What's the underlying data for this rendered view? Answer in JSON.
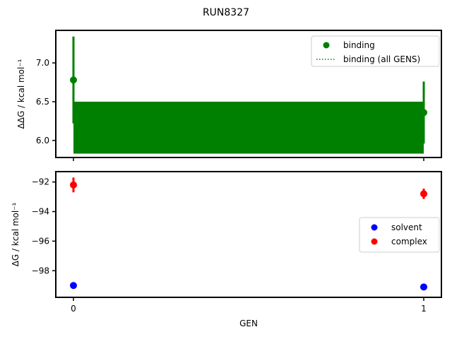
{
  "figure": {
    "title": "RUN8327",
    "xlabel": "GEN"
  },
  "chart_data": [
    {
      "type": "scatter",
      "panel": "top",
      "title": "",
      "xlabel": "",
      "ylabel": "ΔΔG / kcal mol⁻¹",
      "ylim": [
        5.78,
        7.42
      ],
      "xlim": [
        -0.05,
        1.05
      ],
      "yticks": [
        6.0,
        6.5,
        7.0
      ],
      "ytick_labels": [
        "6.0",
        "6.5",
        "7.0"
      ],
      "xticks": [
        0,
        1
      ],
      "grid": false,
      "legend_position": "upper right",
      "series": [
        {
          "name": "binding",
          "kind": "errorbar-points",
          "color": "#008000",
          "x": [
            0,
            1
          ],
          "y": [
            6.78,
            6.36
          ],
          "yerr": [
            0.56,
            0.4
          ]
        },
        {
          "name": "binding (all GENS)",
          "kind": "band",
          "linestyle": "dotted",
          "color": "#008000",
          "x_range": [
            0,
            1
          ],
          "y_low": 5.83,
          "y_high": 6.5
        }
      ]
    },
    {
      "type": "scatter",
      "panel": "bottom",
      "title": "",
      "xlabel": "GEN",
      "ylabel": "ΔG / kcal mol⁻¹",
      "ylim": [
        -99.8,
        -91.3
      ],
      "xlim": [
        -0.05,
        1.05
      ],
      "yticks": [
        -92,
        -94,
        -96,
        -98
      ],
      "ytick_labels": [
        "−92",
        "−94",
        "−96",
        "−98"
      ],
      "xticks": [
        0,
        1
      ],
      "xtick_labels": [
        "0",
        "1"
      ],
      "grid": false,
      "legend_position": "center right",
      "series": [
        {
          "name": "solvent",
          "color": "#0000ff",
          "x": [
            0,
            1
          ],
          "y": [
            -99.0,
            -99.1
          ],
          "yerr": [
            0.1,
            0.1
          ]
        },
        {
          "name": "complex",
          "color": "#ff0000",
          "x": [
            0,
            1
          ],
          "y": [
            -92.2,
            -92.8
          ],
          "yerr": [
            0.5,
            0.35
          ]
        }
      ]
    }
  ]
}
